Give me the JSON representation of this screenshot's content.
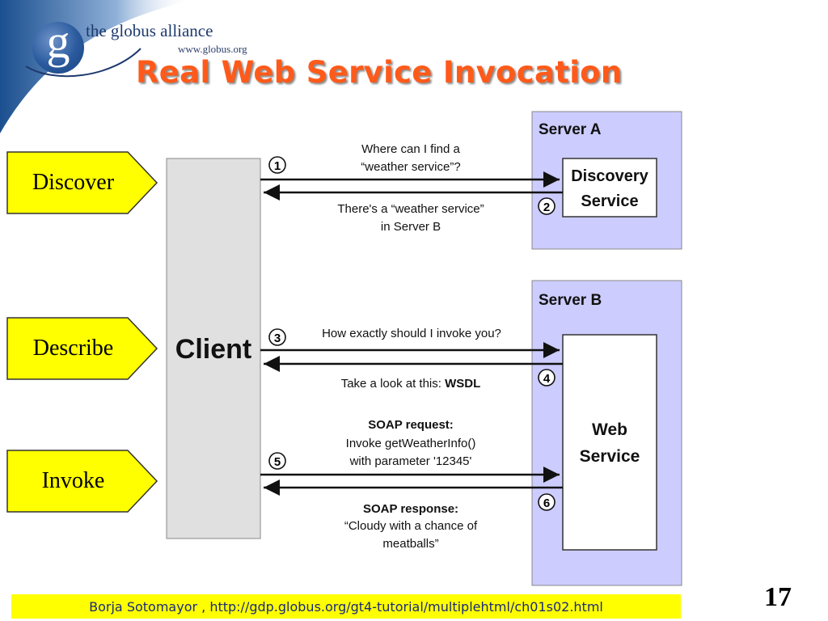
{
  "header": {
    "brand_name": "the globus alliance",
    "brand_url": "www.globus.org",
    "logo_letter": "g",
    "title": "Real Web Service Invocation"
  },
  "steps": [
    {
      "label": "Discover"
    },
    {
      "label": "Describe"
    },
    {
      "label": "Invoke"
    }
  ],
  "diagram": {
    "client_label": "Client",
    "server_a": {
      "title": "Server A",
      "service_line1": "Discovery",
      "service_line2": "Service"
    },
    "server_b": {
      "title": "Server B",
      "service_line1": "Web",
      "service_line2": "Service"
    },
    "markers": [
      "1",
      "2",
      "3",
      "4",
      "5",
      "6"
    ],
    "messages": {
      "m1_line1": "Where can I find a",
      "m1_line2": "“weather service”?",
      "m2_line1": "There's a “weather service”",
      "m2_line2": "in Server B",
      "m3": "How exactly should I invoke you?",
      "m4_prefix": "Take a look at this: ",
      "m4_bold": "WSDL",
      "m5_heading": "SOAP request:",
      "m5_line1": "Invoke getWeatherInfo()",
      "m5_line2": "with parameter '12345'",
      "m6_heading": "SOAP response:",
      "m6_line1": "“Cloudy with a chance of",
      "m6_line2": "meatballs”"
    }
  },
  "footer": {
    "citation": "Borja Sotomayor , http://gdp.globus.org/gt4-tutorial/multiplehtml/ch01s02.html",
    "page_number": "17"
  },
  "colors": {
    "title": "#ff5a1a",
    "step_fill": "#ffff00",
    "server_fill": "#ccccff",
    "client_fill": "#e0e0e0",
    "footer_bg": "#ffff00",
    "footer_text": "#1a2a7a"
  }
}
